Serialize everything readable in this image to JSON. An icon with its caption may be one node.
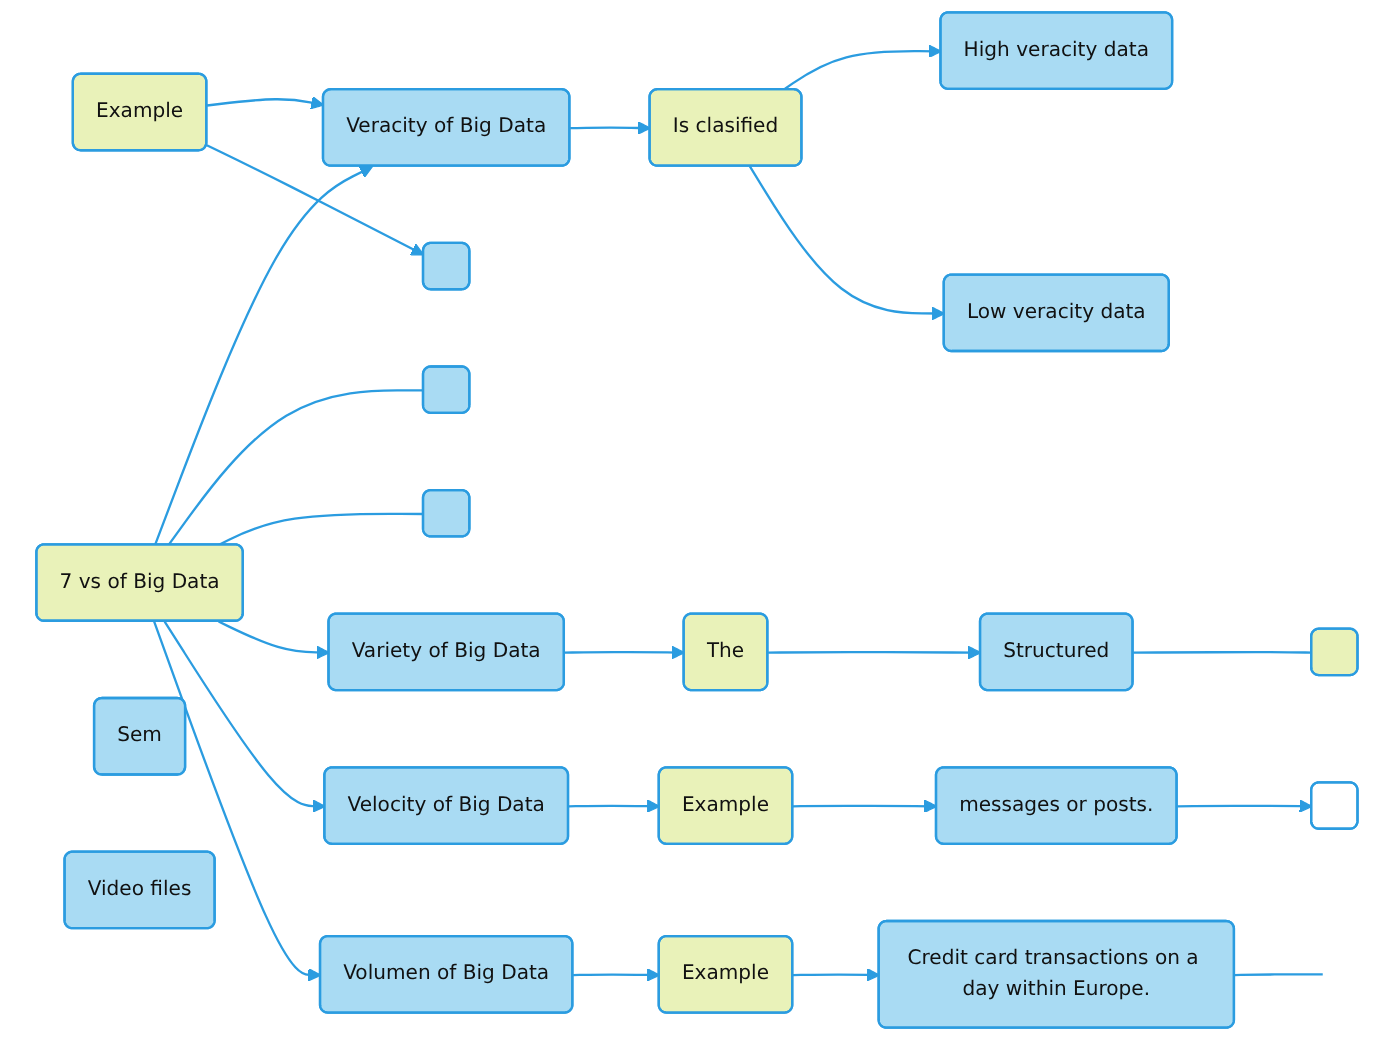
{
  "diagram": {
    "nodes": [
      {
        "text": [
          "7 vs of Big Data"
        ]
      },
      {
        "text": [
          "Veracity of Big Data"
        ]
      },
      {
        "text": [
          "Example"
        ]
      },
      {
        "text": [],
        "shape": "box"
      },
      {
        "text": [
          "Is clasified"
        ]
      },
      {
        "text": [
          "High veracity data"
        ]
      },
      {
        "text": [
          "Low veracity data"
        ]
      },
      {
        "text": [],
        "shape": "box"
      },
      {
        "text": [],
        "shape": "box"
      },
      {
        "text": [
          "Variety of Big Data"
        ]
      },
      {
        "text": [
          "The"
        ]
      },
      {
        "text": [
          "Structured"
        ]
      },
      {
        "text": [
          "Sem"
        ]
      },
      {
        "text": [],
        "shape": "box"
      },
      {
        "text": [
          "Video files"
        ]
      },
      {
        "text": [
          "Velocity of Big Data"
        ]
      },
      {
        "text": [
          "Example"
        ]
      },
      {
        "text": [
          "messages or posts."
        ]
      },
      {
        "text": [],
        "shape": "box"
      },
      {
        "text": [
          "Volumen of Big Data"
        ]
      },
      {
        "text": [
          "Example"
        ]
      },
      {
        "text": [
          "Credit card transactions on a day within Europe."
        ]
      }
    ],
    "edges": [
      {
        "from": 0,
        "to": 1,
        "arrow": "to"
      },
      {
        "from": 2,
        "to": 1,
        "arrow": "to"
      },
      {
        "from": 2,
        "to": 3,
        "arrow": "to"
      },
      {
        "from": 1,
        "to": 4,
        "arrow": "to"
      },
      {
        "from": 4,
        "to": 5,
        "arrow": "to"
      },
      {
        "from": 4,
        "to": 6,
        "arrow": "to"
      },
      {
        "from": 0,
        "to": 7,
        "arrow": "none"
      },
      {
        "from": 0,
        "to": 8,
        "arrow": "none"
      },
      {
        "from": 0,
        "to": 9,
        "arrow": "to"
      },
      {
        "from": 9,
        "to": 10,
        "arrow": "to"
      },
      {
        "from": 10,
        "to": 11,
        "arrow": "to"
      },
      {
        "from": 11,
        "to": 13,
        "arrow": "none"
      },
      {
        "from": 0,
        "to": 15,
        "arrow": "to"
      },
      {
        "from": 15,
        "to": 16,
        "arrow": "to"
      },
      {
        "from": 16,
        "to": 17,
        "arrow": "to"
      },
      {
        "from": 17,
        "to": 18,
        "arrow": "to"
      },
      {
        "from": 0,
        "to": 19,
        "arrow": "to"
      },
      {
        "from": 19,
        "to": 20,
        "arrow": "to"
      },
      {
        "from": 20,
        "to": 21,
        "arrow": "to"
      },
      {
        "from": 21,
        "to": null,
        "arrow": "none"
      }
    ]
  }
}
